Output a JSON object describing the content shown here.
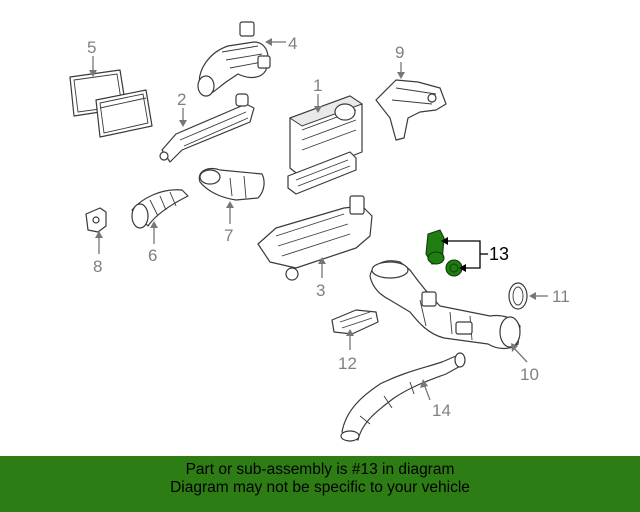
{
  "diagram": {
    "callouts": {
      "c1": "1",
      "c2": "2",
      "c3": "3",
      "c4": "4",
      "c5": "5",
      "c6": "6",
      "c7": "7",
      "c8": "8",
      "c9": "9",
      "c10": "10",
      "c11": "11",
      "c12": "12",
      "c13": "13",
      "c14": "14"
    },
    "highlighted_part": "13",
    "colors": {
      "highlight": "#1f7d12",
      "banner": "#2d7d14",
      "callout_text": "#808080"
    }
  },
  "banner": {
    "line1": "Part or sub-assembly is #13 in diagram",
    "line2": "Diagram may not be specific to your vehicle"
  }
}
